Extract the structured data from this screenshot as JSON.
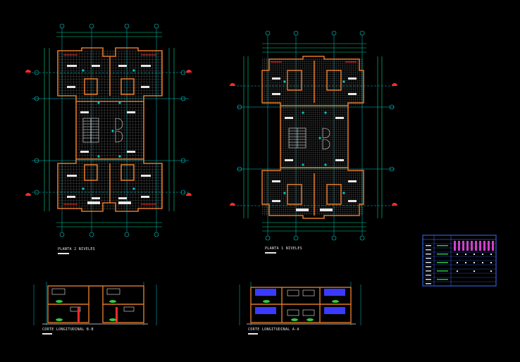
{
  "drawings": {
    "plan_left": {
      "label": "PLANTA 2 NIVELES"
    },
    "plan_right": {
      "label": "PLANTA 1 NIVELES"
    },
    "section_left": {
      "label": "CORTE LONGITUDINAL B-B"
    },
    "section_right": {
      "label": "CORTE LONGITUDINAL A-A"
    }
  },
  "colors": {
    "background": "#000000",
    "grid_lines": "#00c8c8",
    "walls": "#e07828",
    "hatch": "#b8b8b8",
    "dimension": "#00d890",
    "markers": "#ff2a2a",
    "text": "#e8e8e8",
    "table_frame": "#3a6cff",
    "table_accent": "#d040d0"
  },
  "icons": {
    "axis_marker": "circle-grid-bubble-icon",
    "stair": "stair-symbol-icon",
    "section_cut": "section-cut-marker-icon"
  }
}
